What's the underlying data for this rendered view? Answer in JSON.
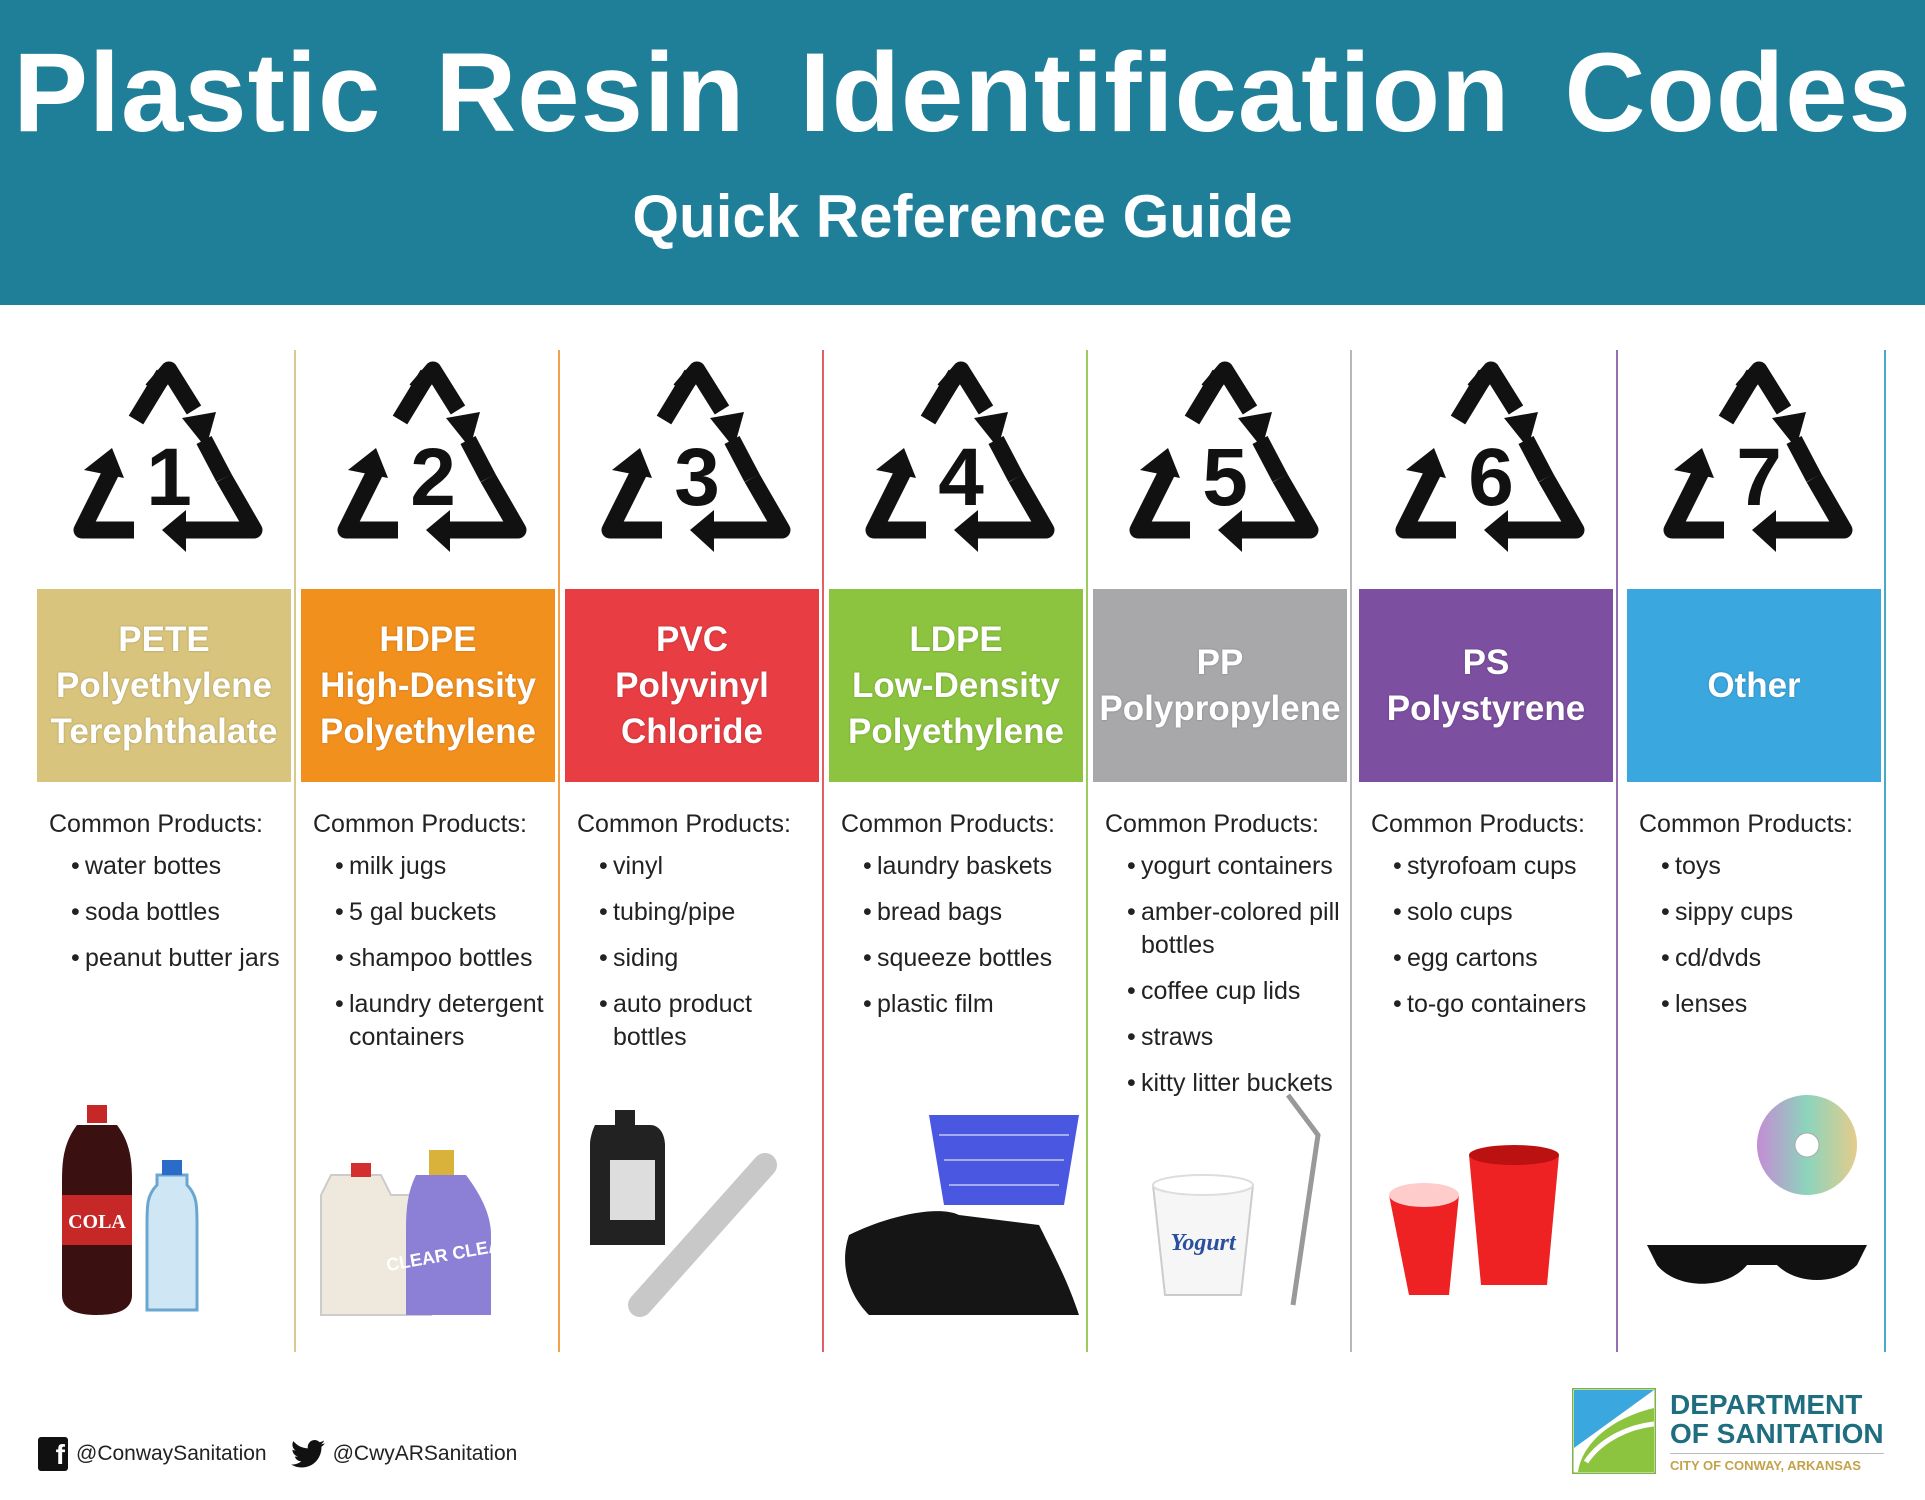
{
  "header": {
    "title": "Plastic Resin Identification Codes",
    "subtitle": "Quick Reference Guide"
  },
  "common_label": "Common Products:",
  "codes": [
    {
      "number": "1",
      "abbr": "PETE",
      "name": [
        "Polyethylene",
        "Terephthalate"
      ],
      "color": "#d8c47c",
      "divider": "#d9c98c",
      "products": [
        "water bottes",
        "soda bottles",
        "peanut butter jars"
      ],
      "image": "cola-bottle",
      "image_text": "COLA"
    },
    {
      "number": "2",
      "abbr": "HDPE",
      "name": [
        "High-Density",
        "Polyethylene"
      ],
      "color": "#f2901e",
      "divider": "#f2a04a",
      "products": [
        "milk jugs",
        "5 gal buckets",
        "shampoo bottles",
        "laundry detergent containers"
      ],
      "image": "jug-detergent",
      "image_text": "CLEAR CLEAN"
    },
    {
      "number": "3",
      "abbr": "PVC",
      "name": [
        "Polyvinyl",
        "Chloride"
      ],
      "color": "#e83d43",
      "divider": "#e06066",
      "products": [
        "vinyl",
        "tubing/pipe",
        "siding",
        "auto product bottles"
      ],
      "image": "oil-bottle-pipe"
    },
    {
      "number": "4",
      "abbr": "LDPE",
      "name": [
        "Low-Density",
        "Polyethylene"
      ],
      "color": "#8cc43f",
      "divider": "#9ccc60",
      "products": [
        "laundry baskets",
        "bread bags",
        "squeeze bottles",
        "plastic film"
      ],
      "image": "basket-bag"
    },
    {
      "number": "5",
      "abbr": "PP",
      "name": [
        "Polypropylene"
      ],
      "color": "#a8a8ab",
      "divider": "#b8b8bb",
      "products": [
        "yogurt containers",
        "amber-colored pill bottles",
        "coffee cup lids",
        "straws",
        "kitty litter buckets"
      ],
      "image": "yogurt-straw",
      "image_text": "Yogurt"
    },
    {
      "number": "6",
      "abbr": "PS",
      "name": [
        "Polystyrene"
      ],
      "color": "#7d4fa0",
      "divider": "#9470b0",
      "products": [
        "styrofoam cups",
        "solo cups",
        "egg cartons",
        "to-go containers"
      ],
      "image": "red-cups"
    },
    {
      "number": "7",
      "abbr": "Other",
      "name": [],
      "color": "#3aa7de",
      "divider": "#4aa8c8",
      "products": [
        "toys",
        "sippy cups",
        "cd/dvds",
        "lenses"
      ],
      "image": "cd-sunglasses"
    }
  ],
  "footer": {
    "facebook": "@ConwaySanitation",
    "twitter": "@CwyARSanitation",
    "org_line1": "DEPARTMENT",
    "org_line2": "OF SANITATION",
    "org_sub": "CITY OF CONWAY, ARKANSAS"
  }
}
